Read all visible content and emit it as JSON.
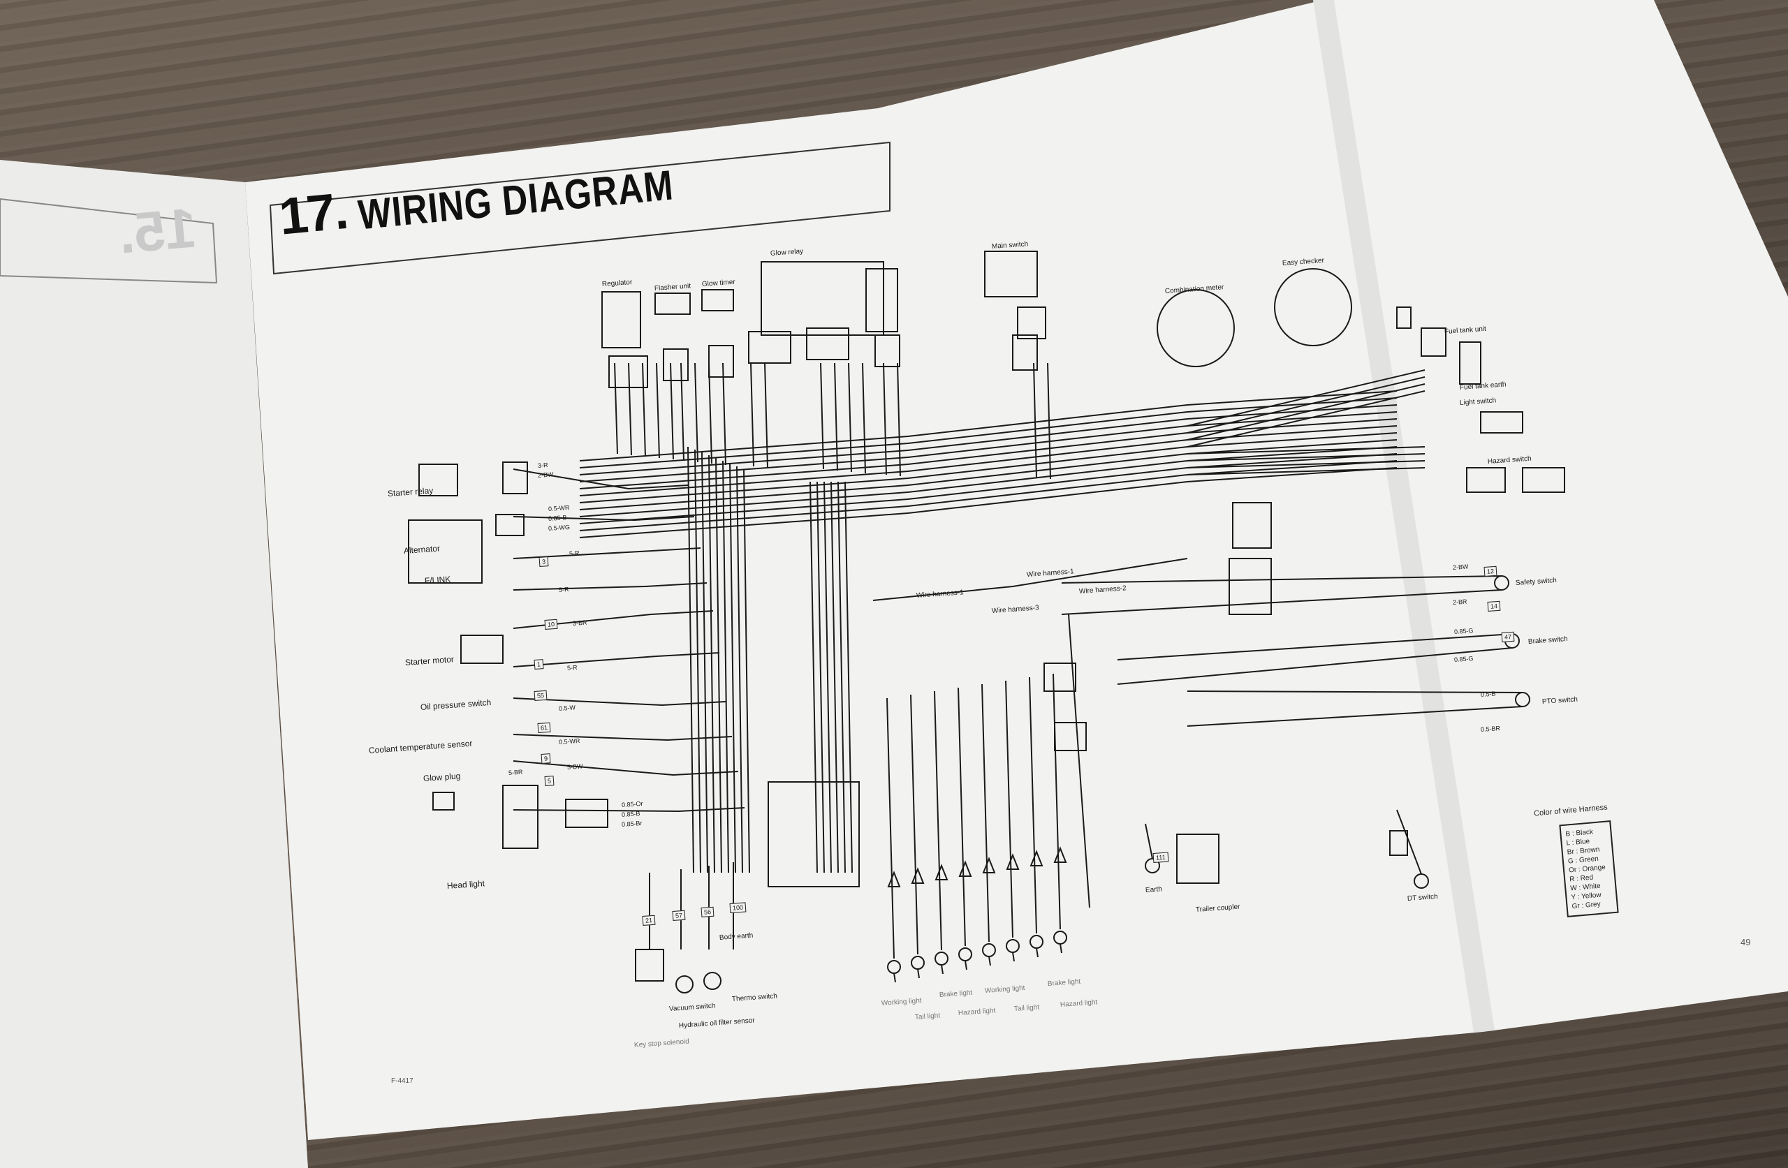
{
  "left_page": {
    "ghost_heading": "15."
  },
  "title": {
    "number": "17.",
    "text": "WIRING DIAGRAM"
  },
  "components": {
    "regulator": "Regulator",
    "flasher_unit": "Flasher unit",
    "glow_timer": "Glow timer",
    "glow_relay": "Glow relay",
    "main_switch": "Main switch",
    "combination_meter": "Combination meter",
    "easy_checker": "Easy checker",
    "fuel_tank_unit": "Fuel tank unit",
    "fuel_tank_earth": "Fuel tank earth",
    "light_switch": "Light switch",
    "hazard_switch": "Hazard switch",
    "safety_switch": "Safety switch",
    "brake_switch": "Brake switch",
    "pto_switch": "PTO switch",
    "starter_relay": "Starter relay",
    "alternator": "Alternator",
    "fusible_link": "F/LINK",
    "starter_motor": "Starter motor",
    "oil_pressure_switch": "Oil pressure switch",
    "coolant_temperature_sensor": "Coolant temperature sensor",
    "glow_plug": "Glow plug",
    "head_light": "Head light",
    "earth": "Earth",
    "trailer_coupler": "Trailer coupler",
    "dt_switch": "DT switch",
    "key_stop_solenoid": "Key stop solenoid",
    "vacuum_switch": "Vacuum switch",
    "hydraulic_oil_filter_sensor": "Hydraulic oil filter sensor",
    "thermo_switch": "Thermo switch",
    "body_earth": "Body earth"
  },
  "harness_labels": [
    "Wire harness-1",
    "Wire harness-1",
    "Wire harness-3",
    "Wire harness-2"
  ],
  "lights_row1": [
    "Working light",
    "Brake light",
    "Working light",
    "Brake light"
  ],
  "lights_row2": [
    "Tail light",
    "Hazard light",
    "Tail light",
    "Hazard light"
  ],
  "wire_codes": [
    "3-R",
    "2-BW",
    "0.5-WR",
    "0.85-B",
    "0.5-WG",
    "5-R",
    "5-R",
    "3-BR",
    "5-R",
    "0.5-W",
    "0.5-WR",
    "5-BR",
    "5-BW",
    "0.85-Or",
    "0.85-B",
    "0.85-Br",
    "2-BW",
    "2-BR",
    "0.85-G",
    "0.85-G",
    "0.5-B",
    "0.5-BR"
  ],
  "connector_numbers": [
    "3",
    "1",
    "55",
    "61",
    "9",
    "5",
    "10",
    "21",
    "57",
    "56",
    "100",
    "111",
    "12",
    "14",
    "47"
  ],
  "wire_legend": {
    "title": "Color of wire Harness",
    "items": [
      "B : Black",
      "L : Blue",
      "Br : Brown",
      "G : Green",
      "Or : Orange",
      "R : Red",
      "W : White",
      "Y : Yellow",
      "Gr : Grey"
    ]
  },
  "page_number": "49",
  "figure_code": "F-4417"
}
